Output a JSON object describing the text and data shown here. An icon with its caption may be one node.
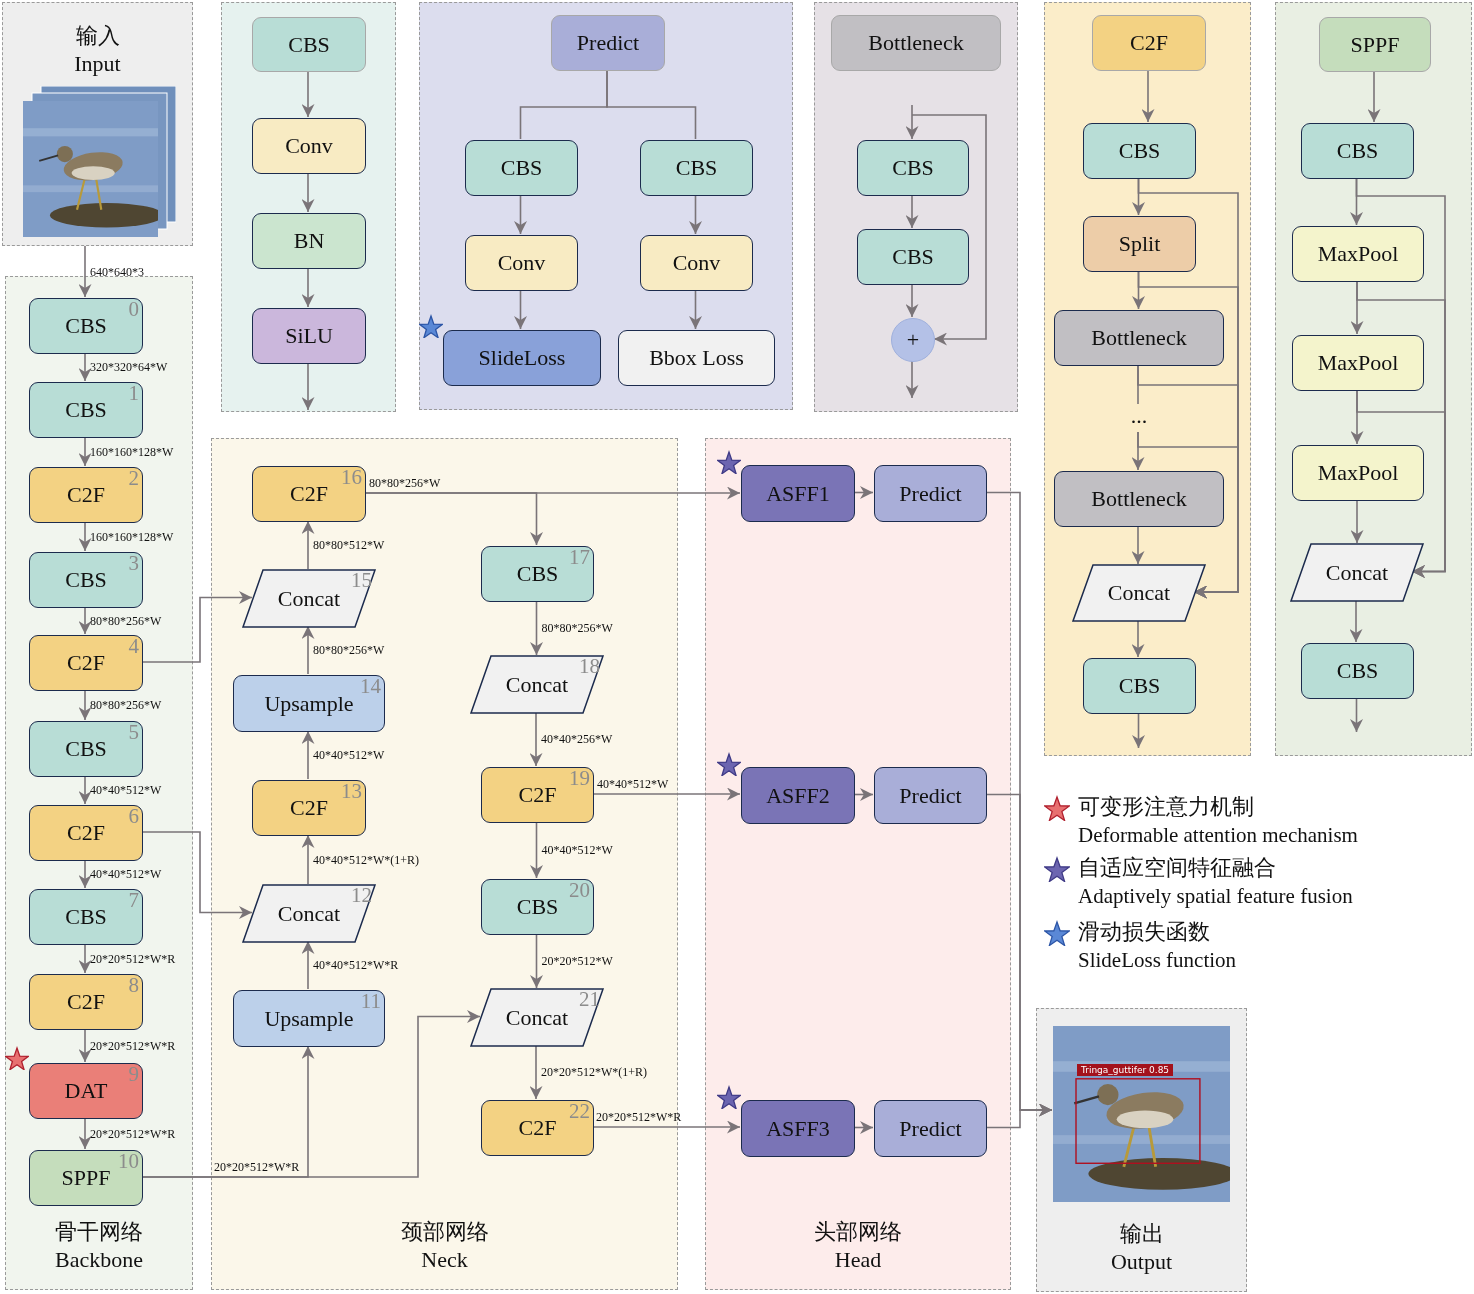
{
  "diagram": {
    "nodes": [
      {
        "text": [
          "输入",
          "Input"
        ]
      },
      {
        "text": [],
        "shape": "picture",
        "in": 0
      },
      {
        "text": [
          "骨干网络",
          "Backbone"
        ]
      },
      {
        "text": [
          "CBS",
          "0"
        ],
        "in": 2
      },
      {
        "text": [
          "CBS",
          "1"
        ],
        "in": 2
      },
      {
        "text": [
          "C2F",
          "2"
        ],
        "in": 2
      },
      {
        "text": [
          "CBS",
          "3"
        ],
        "in": 2
      },
      {
        "text": [
          "C2F",
          "4"
        ],
        "in": 2
      },
      {
        "text": [
          "CBS",
          "5"
        ],
        "in": 2
      },
      {
        "text": [
          "C2F",
          "6"
        ],
        "in": 2
      },
      {
        "text": [
          "CBS",
          "7"
        ],
        "in": 2
      },
      {
        "text": [
          "C2F",
          "8"
        ],
        "in": 2
      },
      {
        "text": [
          "DAT",
          "9"
        ],
        "in": 2
      },
      {
        "text": [
          "SPPF",
          "10"
        ],
        "in": 2
      },
      {
        "text": [
          "颈部网络",
          "Neck"
        ]
      },
      {
        "text": [
          "Upsample",
          "11"
        ],
        "in": 14
      },
      {
        "text": [
          "Concat",
          "12"
        ],
        "in": 14
      },
      {
        "text": [
          "C2F",
          "13"
        ],
        "in": 14
      },
      {
        "text": [
          "Upsample",
          "14"
        ],
        "in": 14
      },
      {
        "text": [
          "Concat",
          "15"
        ],
        "in": 14
      },
      {
        "text": [
          "C2F",
          "16"
        ],
        "in": 14
      },
      {
        "text": [
          "CBS",
          "17"
        ],
        "in": 14
      },
      {
        "text": [
          "Concat",
          "18"
        ],
        "in": 14
      },
      {
        "text": [
          "C2F",
          "19"
        ],
        "in": 14
      },
      {
        "text": [
          "CBS",
          "20"
        ],
        "in": 14
      },
      {
        "text": [
          "Concat",
          "21"
        ],
        "in": 14
      },
      {
        "text": [
          "C2F",
          "22"
        ],
        "in": 14
      },
      {
        "text": [
          "头部网络",
          "Head"
        ]
      },
      {
        "text": [
          "ASFF1"
        ],
        "in": 27
      },
      {
        "text": [
          "Predict"
        ],
        "in": 27
      },
      {
        "text": [
          "ASFF2"
        ],
        "in": 27
      },
      {
        "text": [
          "Predict"
        ],
        "in": 27
      },
      {
        "text": [
          "ASFF3"
        ],
        "in": 27
      },
      {
        "text": [
          "Predict"
        ],
        "in": 27
      },
      {
        "text": [
          "输出",
          "Output"
        ]
      },
      {
        "text": [],
        "shape": "picture",
        "in": 34
      },
      {
        "text": [],
        "shape": "box"
      },
      {
        "text": [
          "CBS"
        ],
        "in": 36
      },
      {
        "text": [
          "Conv"
        ],
        "in": 36
      },
      {
        "text": [
          "BN"
        ],
        "in": 36
      },
      {
        "text": [
          "SiLU"
        ],
        "in": 36
      },
      {
        "text": [],
        "shape": "box"
      },
      {
        "text": [
          "Predict"
        ],
        "in": 41
      },
      {
        "text": [
          "CBS"
        ],
        "in": 41
      },
      {
        "text": [
          "CBS"
        ],
        "in": 41
      },
      {
        "text": [
          "Conv"
        ],
        "in": 41
      },
      {
        "text": [
          "Conv"
        ],
        "in": 41
      },
      {
        "text": [
          "SlideLoss"
        ],
        "in": 41
      },
      {
        "text": [
          "Bbox Loss"
        ],
        "in": 41
      },
      {
        "text": [],
        "shape": "box"
      },
      {
        "text": [
          "Bottleneck"
        ],
        "in": 49
      },
      {
        "text": [
          "CBS"
        ],
        "in": 49
      },
      {
        "text": [
          "CBS"
        ],
        "in": 49
      },
      {
        "text": [
          "+"
        ],
        "in": 49
      },
      {
        "text": [],
        "shape": "box"
      },
      {
        "text": [
          "C2F"
        ],
        "in": 54
      },
      {
        "text": [
          "CBS"
        ],
        "in": 54
      },
      {
        "text": [
          "Split"
        ],
        "in": 54
      },
      {
        "text": [
          "Bottleneck"
        ],
        "in": 54
      },
      {
        "text": [
          "..."
        ],
        "in": 54
      },
      {
        "text": [
          "Bottleneck"
        ],
        "in": 54
      },
      {
        "text": [
          "Concat"
        ],
        "in": 54
      },
      {
        "text": [
          "CBS"
        ],
        "in": 54
      },
      {
        "text": [],
        "shape": "box"
      },
      {
        "text": [
          "SPPF"
        ],
        "in": 63
      },
      {
        "text": [
          "CBS"
        ],
        "in": 63
      },
      {
        "text": [
          "MaxPool"
        ],
        "in": 63
      },
      {
        "text": [
          "MaxPool"
        ],
        "in": 63
      },
      {
        "text": [
          "MaxPool"
        ],
        "in": 63
      },
      {
        "text": [
          "Concat"
        ],
        "in": 63
      },
      {
        "text": [
          "CBS"
        ],
        "in": 63
      }
    ],
    "edges": [
      {
        "from": 0,
        "to": 3,
        "arrow": "to",
        "label": "640*640*3"
      },
      {
        "from": 3,
        "to": 4,
        "arrow": "to",
        "label": "320*320*64*W"
      },
      {
        "from": 4,
        "to": 5,
        "arrow": "to",
        "label": "160*160*128*W"
      },
      {
        "from": 5,
        "to": 6,
        "arrow": "to",
        "label": "160*160*128*W"
      },
      {
        "from": 6,
        "to": 7,
        "arrow": "to",
        "label": "80*80*256*W"
      },
      {
        "from": 7,
        "to": 8,
        "arrow": "to",
        "label": "80*80*256*W"
      },
      {
        "from": 8,
        "to": 9,
        "arrow": "to",
        "label": "40*40*512*W"
      },
      {
        "from": 9,
        "to": 10,
        "arrow": "to",
        "label": "40*40*512*W"
      },
      {
        "from": 10,
        "to": 11,
        "arrow": "to",
        "label": "20*20*512*W*R"
      },
      {
        "from": 11,
        "to": 12,
        "arrow": "to",
        "label": "20*20*512*W*R"
      },
      {
        "from": 12,
        "to": 13,
        "arrow": "to",
        "label": "20*20*512*W*R"
      },
      {
        "from": 7,
        "to": 19,
        "arrow": "to"
      },
      {
        "from": 9,
        "to": 16,
        "arrow": "to"
      },
      {
        "from": 13,
        "to": 15,
        "arrow": "to",
        "label": "20*20*512*W*R"
      },
      {
        "from": 13,
        "to": 25,
        "arrow": "to"
      },
      {
        "from": 15,
        "to": 16,
        "arrow": "to",
        "label": "40*40*512*W*R"
      },
      {
        "from": 16,
        "to": 17,
        "arrow": "to",
        "label": "40*40*512*W*(1+R)"
      },
      {
        "from": 17,
        "to": 18,
        "arrow": "to",
        "label": "40*40*512*W"
      },
      {
        "from": 18,
        "to": 19,
        "arrow": "to",
        "label": "80*80*256*W"
      },
      {
        "from": 19,
        "to": 20,
        "arrow": "to",
        "label": "80*80*512*W"
      },
      {
        "from": 20,
        "to": 28,
        "arrow": "to",
        "label": "80*80*256*W"
      },
      {
        "from": 20,
        "to": 21,
        "arrow": "to"
      },
      {
        "from": 21,
        "to": 22,
        "arrow": "to",
        "label": "80*80*256*W"
      },
      {
        "from": 22,
        "to": 23,
        "arrow": "to",
        "label": "40*40*256*W"
      },
      {
        "from": 23,
        "to": 30,
        "arrow": "to",
        "label": "40*40*512*W"
      },
      {
        "from": 23,
        "to": 24,
        "arrow": "to",
        "label": "40*40*512*W"
      },
      {
        "from": 24,
        "to": 25,
        "arrow": "to",
        "label": "20*20*512*W"
      },
      {
        "from": 25,
        "to": 26,
        "arrow": "to",
        "label": "20*20*512*W*(1+R)"
      },
      {
        "from": 26,
        "to": 32,
        "arrow": "to",
        "label": "20*20*512*W*R"
      },
      {
        "from": 28,
        "to": 29,
        "arrow": "to"
      },
      {
        "from": 30,
        "to": 31,
        "arrow": "to"
      },
      {
        "from": 32,
        "to": 33,
        "arrow": "to"
      },
      {
        "from": 29,
        "to": 35,
        "arrow": "to"
      },
      {
        "from": 31,
        "to": 35,
        "arrow": "to"
      },
      {
        "from": 33,
        "to": 35,
        "arrow": "to"
      },
      {
        "from": 37,
        "to": 38,
        "arrow": "to"
      },
      {
        "from": 38,
        "to": 39,
        "arrow": "to"
      },
      {
        "from": 39,
        "to": 40,
        "arrow": "to"
      },
      {
        "from": 40,
        "to": null,
        "arrow": "to"
      },
      {
        "from": 42,
        "to": 43,
        "arrow": "none"
      },
      {
        "from": 42,
        "to": 44,
        "arrow": "none"
      },
      {
        "from": 43,
        "to": 45,
        "arrow": "to"
      },
      {
        "from": 44,
        "to": 46,
        "arrow": "to"
      },
      {
        "from": 45,
        "to": 47,
        "arrow": "to"
      },
      {
        "from": 46,
        "to": 48,
        "arrow": "to"
      },
      {
        "from": null,
        "to": 51,
        "arrow": "to"
      },
      {
        "from": 51,
        "to": 52,
        "arrow": "to"
      },
      {
        "from": 52,
        "to": 53,
        "arrow": "to"
      },
      {
        "from": 53,
        "to": null,
        "arrow": "to"
      },
      {
        "from": null,
        "to": 53,
        "arrow": "to"
      },
      {
        "from": 55,
        "to": 56,
        "arrow": "to"
      },
      {
        "from": 56,
        "to": 57,
        "arrow": "to"
      },
      {
        "from": 57,
        "to": 58,
        "arrow": "to"
      },
      {
        "from": 58,
        "to": 59,
        "arrow": "none"
      },
      {
        "from": 59,
        "to": 60,
        "arrow": "to"
      },
      {
        "from": 60,
        "to": 61,
        "arrow": "to"
      },
      {
        "from": 61,
        "to": 62,
        "arrow": "to"
      },
      {
        "from": 62,
        "to": null,
        "arrow": "to"
      },
      {
        "from": 56,
        "to": 61,
        "arrow": "to"
      },
      {
        "from": 57,
        "to": 61,
        "arrow": "to"
      },
      {
        "from": 58,
        "to": 61,
        "arrow": "to"
      },
      {
        "from": 59,
        "to": 61,
        "arrow": "to"
      },
      {
        "from": 64,
        "to": 65,
        "arrow": "to"
      },
      {
        "from": 65,
        "to": 66,
        "arrow": "to"
      },
      {
        "from": 66,
        "to": 67,
        "arrow": "to"
      },
      {
        "from": 67,
        "to": 68,
        "arrow": "to"
      },
      {
        "from": 68,
        "to": 69,
        "arrow": "to"
      },
      {
        "from": 69,
        "to": 70,
        "arrow": "to"
      },
      {
        "from": 70,
        "to": null,
        "arrow": "to"
      },
      {
        "from": 65,
        "to": 69,
        "arrow": "to"
      },
      {
        "from": 66,
        "to": 69,
        "arrow": "to"
      },
      {
        "from": 67,
        "to": 69,
        "arrow": "to"
      }
    ],
    "labels": [
      "Tringa_guttifer 0.85"
    ],
    "legend": [
      {
        "text": "可变形注意力机制"
      },
      {
        "text": "Deformable attention mechanism"
      },
      {
        "text": "自适应空间特征融合"
      },
      {
        "text": "Adaptively spatial feature fusion"
      },
      {
        "text": "滑动损失函数"
      },
      {
        "text": "SlideLoss function"
      }
    ]
  }
}
